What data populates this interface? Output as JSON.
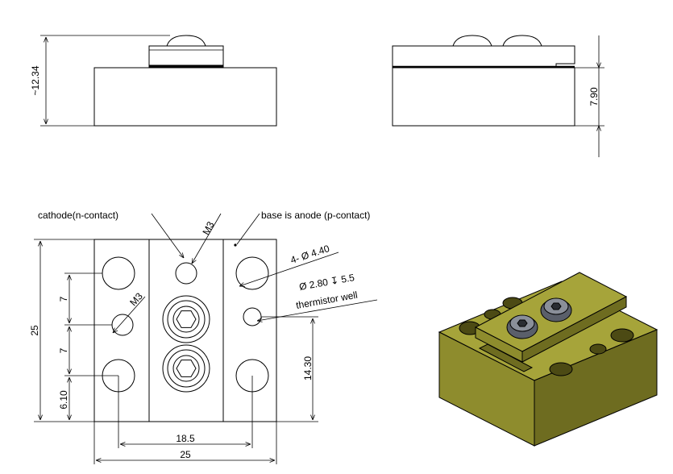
{
  "top_left_view": {
    "height_dim": "~12.34"
  },
  "top_right_view": {
    "height_dim": "7.90"
  },
  "front_view": {
    "note_cathode": "cathode(n-contact)",
    "note_base": "base is anode (p-contact)",
    "thread_top": "M3",
    "thread_left": "M3",
    "hole_callout": "4- Ø 4.40",
    "well_callout": "Ø 2.80 ↧ 5.5",
    "well_label": "thermistor well",
    "dim_total_height": "25",
    "dim_spacing_1": "7",
    "dim_spacing_2": "7",
    "dim_bottom_offset": "6.10",
    "dim_well_height": "14.30",
    "dim_hole_spacing": "18.5",
    "dim_total_width": "25"
  },
  "iso_view": {
    "colors": {
      "body_top": "#a6a43a",
      "body_front": "#8e8c2d",
      "body_side": "#6e6c20",
      "screw": "#5a5f6a"
    }
  }
}
